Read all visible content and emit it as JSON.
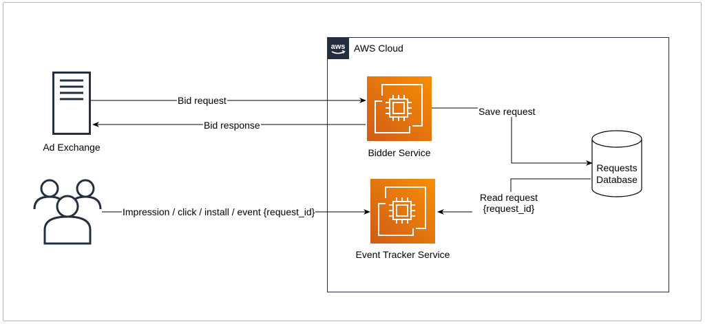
{
  "cloud": {
    "title": "AWS Cloud",
    "logo_text": "aws",
    "border_color": "#232f3e"
  },
  "nodes": {
    "ad_exchange": {
      "label": "Ad Exchange",
      "icon": "server-icon"
    },
    "users": {
      "icon": "users-icon"
    },
    "bidder": {
      "label": "Bidder Service",
      "icon": "ec2-instance-icon"
    },
    "tracker": {
      "label": "Event Tracker Service",
      "icon": "ec2-instance-icon"
    },
    "database": {
      "label_line1": "Requests",
      "label_line2": "Database",
      "icon": "database-icon"
    }
  },
  "edges": {
    "bid_request": "Bid request",
    "bid_response": "Bid response",
    "save_request": "Save request",
    "read_request_line1": "Read request",
    "read_request_line2": "{request_id}",
    "impression": "Impression / click / install / event {request_id}"
  },
  "colors": {
    "ec2_orange_top": "#f78e04",
    "ec2_orange_bottom": "#d05c17",
    "server_stroke": "#232f3e",
    "users_stroke": "#232f3e",
    "line": "#000000"
  }
}
